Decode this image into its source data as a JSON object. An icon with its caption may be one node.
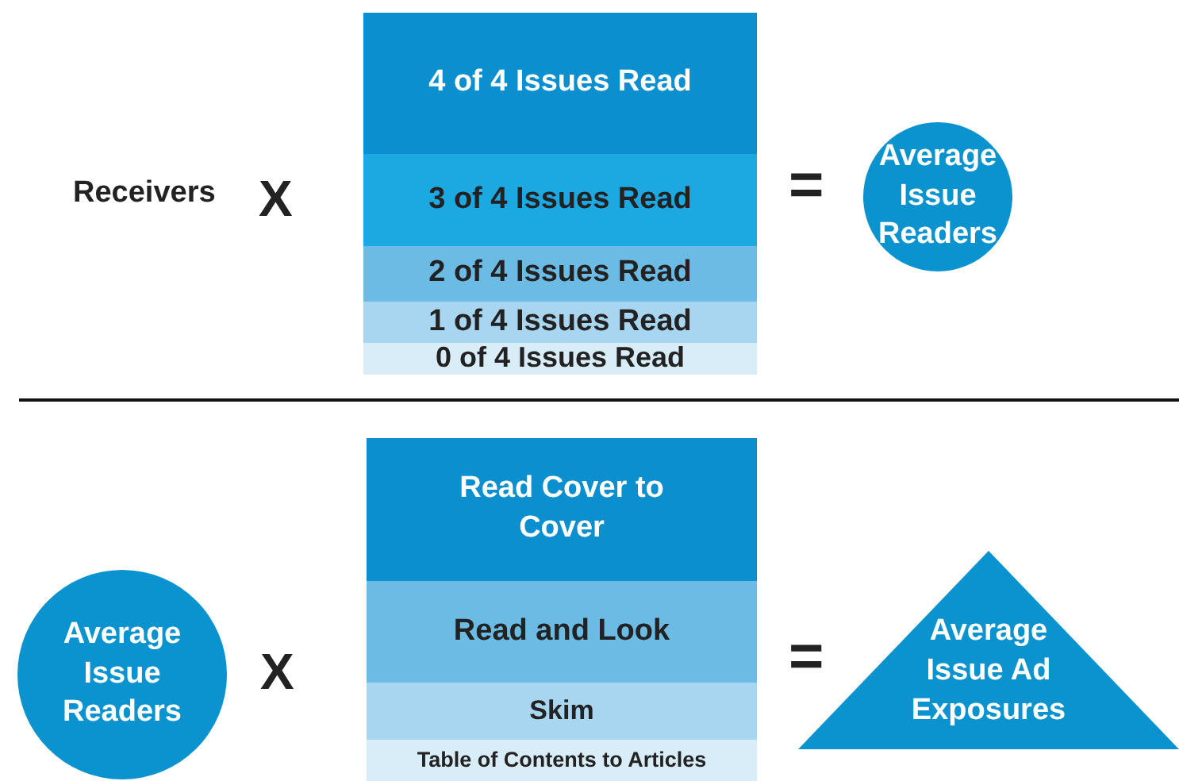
{
  "diagram": {
    "nodes": [
      {
        "text": [
          "4 of 4 Issues Read"
        ]
      },
      {
        "text": [
          "3 of 4 Issues Read"
        ]
      },
      {
        "text": [
          "2 of 4 Issues Read"
        ]
      },
      {
        "text": [
          "1 of 4 Issues Read"
        ]
      },
      {
        "text": [
          "0 of 4 Issues Read"
        ]
      },
      {
        "text": [
          "Average Issue Readers"
        ]
      },
      {
        "text": [
          "Average Issue Readers"
        ]
      },
      {
        "text": [
          "Read Cover to Cover"
        ]
      },
      {
        "text": [
          "Read and Look"
        ]
      },
      {
        "text": [
          "Skim"
        ]
      },
      {
        "text": [
          "Table of Contents to Articles"
        ]
      },
      {
        "text": [
          "Average Issue Ad Exposures"
        ]
      }
    ],
    "edges": [],
    "labels": [
      "Receivers",
      "X",
      "=",
      "X",
      "="
    ]
  }
}
